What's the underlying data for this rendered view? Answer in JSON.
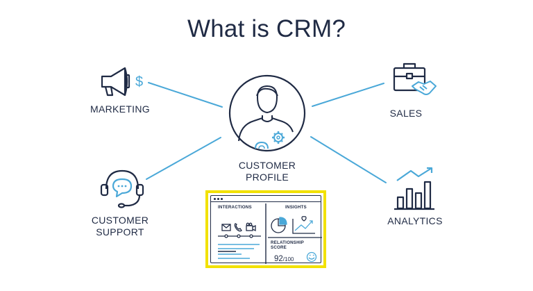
{
  "title": "What is CRM?",
  "nodes": {
    "marketing": "MARKETING",
    "sales": "SALES",
    "support_line1": "CUSTOMER",
    "support_line2": "SUPPORT",
    "analytics": "ANALYTICS",
    "profile_line1": "CUSTOMER",
    "profile_line2": "PROFILE"
  },
  "panel": {
    "interactions": "INTERACTIONS",
    "insights": "INSIGHTS",
    "relationship_score": "RELATIONSHIP SCORE",
    "score_value": "92",
    "score_total": "/100"
  },
  "colors": {
    "navy": "#1f2a44",
    "accent_blue": "#4aa8d8",
    "panel_border": "#f2e100"
  },
  "icons": {
    "marketing": "megaphone-dollar-icon",
    "sales": "briefcase-handshake-icon",
    "support": "headset-chat-icon",
    "analytics": "bar-chart-trend-icon",
    "profile": "person-gear-icon"
  }
}
